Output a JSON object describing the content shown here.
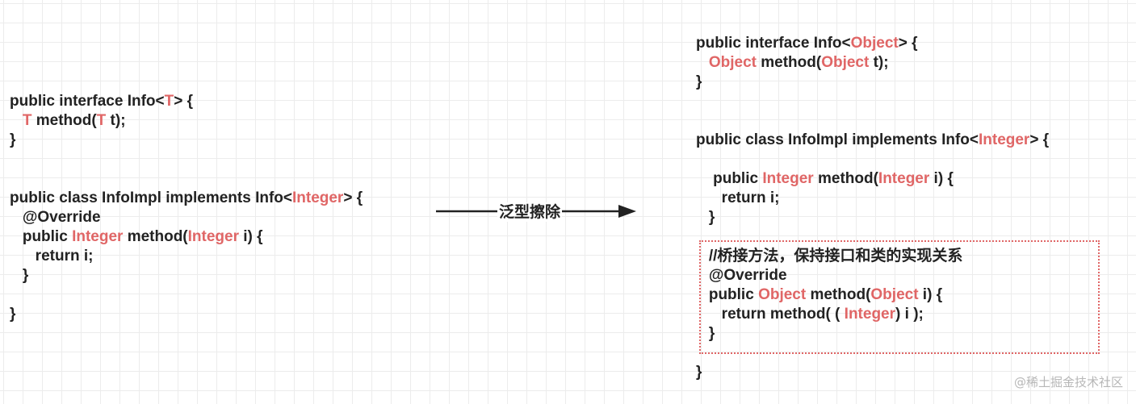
{
  "left": {
    "lines": [
      [
        {
          "t": "public interface Info<"
        },
        {
          "t": "T",
          "hl": true
        },
        {
          "t": "> {"
        }
      ],
      [
        {
          "t": "   "
        },
        {
          "t": "T",
          "hl": true
        },
        {
          "t": " method("
        },
        {
          "t": "T",
          "hl": true
        },
        {
          "t": " t);"
        }
      ],
      [
        {
          "t": "}"
        }
      ],
      [],
      [],
      [
        {
          "t": "public class InfoImpl implements Info<"
        },
        {
          "t": "Integer",
          "hl": true
        },
        {
          "t": "> {"
        }
      ],
      [
        {
          "t": "   @Override"
        }
      ],
      [
        {
          "t": "   public "
        },
        {
          "t": "Integer",
          "hl": true
        },
        {
          "t": " method("
        },
        {
          "t": "Integer",
          "hl": true
        },
        {
          "t": " i) {"
        }
      ],
      [
        {
          "t": "      return i;"
        }
      ],
      [
        {
          "t": "   }"
        }
      ],
      [],
      [
        {
          "t": "}"
        }
      ]
    ]
  },
  "arrow_label": "泛型擦除",
  "right": {
    "lines": [
      [
        {
          "t": "public interface Info<"
        },
        {
          "t": "Object",
          "hl": true
        },
        {
          "t": "> {"
        }
      ],
      [
        {
          "t": "   "
        },
        {
          "t": "Object",
          "hl": true
        },
        {
          "t": " method("
        },
        {
          "t": "Object",
          "hl": true
        },
        {
          "t": " t);"
        }
      ],
      [
        {
          "t": "}"
        }
      ],
      [],
      [],
      [
        {
          "t": "public class InfoImpl implements Info<"
        },
        {
          "t": "Integer",
          "hl": true
        },
        {
          "t": "> {"
        }
      ],
      [],
      [
        {
          "t": "    public "
        },
        {
          "t": "Integer",
          "hl": true
        },
        {
          "t": " method("
        },
        {
          "t": "Integer",
          "hl": true
        },
        {
          "t": " i) {"
        }
      ],
      [
        {
          "t": "      return i;"
        }
      ],
      [
        {
          "t": "   }"
        }
      ],
      [],
      [
        {
          "t": "   //桥接方法，保持接口和类的实现关系"
        }
      ],
      [
        {
          "t": "   @Override"
        }
      ],
      [
        {
          "t": "   public "
        },
        {
          "t": "Object",
          "hl": true
        },
        {
          "t": " method("
        },
        {
          "t": "Object",
          "hl": true
        },
        {
          "t": " i) {"
        }
      ],
      [
        {
          "t": "      return method( ( "
        },
        {
          "t": "Integer",
          "hl": true
        },
        {
          "t": ") i );"
        }
      ],
      [
        {
          "t": "   }"
        }
      ],
      [],
      [
        {
          "t": "}"
        }
      ]
    ]
  },
  "watermark": "@稀土掘金技术社区",
  "colors": {
    "highlight": "#e06666",
    "text": "#222222",
    "grid": "#ececec"
  }
}
